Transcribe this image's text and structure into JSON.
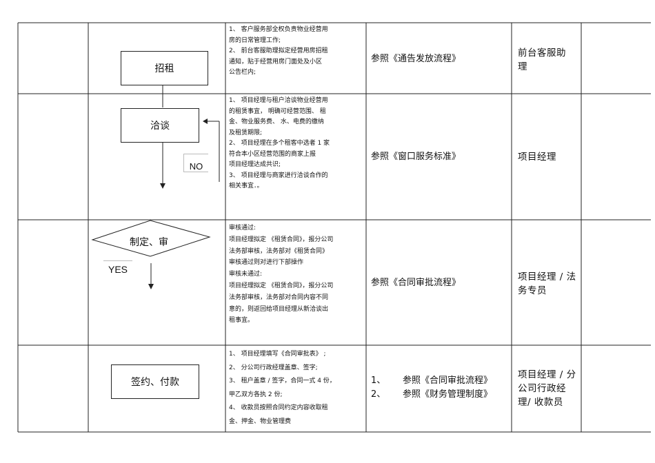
{
  "rows": [
    {
      "step": "招租",
      "desc": [
        "1、 客户服务部全权负责物业经营用",
        "      房的日常管理工作;",
        "2、 前台客服助理拟定经营用房招租",
        "      通知，贴于经营用房门面处及小区",
        "      公告栏内;"
      ],
      "refs": [
        "参照《通告发放流程》"
      ],
      "resp": [
        "前台客服助",
        "理"
      ]
    },
    {
      "step": "洽谈",
      "branch_label": "NO",
      "desc": [
        "1、 项目经理与租户洽谈物业经营用",
        "      的租赁事宜， 明确可经营范围、 租",
        "      金、物业服务费、 水、电费的缴纳",
        "      及租赁期限;",
        "2、 项目经理在多个租客中选者      1 家",
        "      符合本小区经营范围的商家上报",
        "      项目经理达成共识;",
        "3、 项目经理与商家进行洽谈合作的",
        "      相关事宜．。"
      ],
      "refs": [
        "参照《窗口服务标准》"
      ],
      "resp": [
        "项目经理"
      ]
    },
    {
      "step": "制定、审",
      "branch_label": "YES",
      "desc": [
        "审核通过:",
        "项目经理拟定 《租赁合同》，报分公司",
        "法务部审核，法务部对《租赁合同》",
        "审核通过则对进行下部操作",
        "审核未通过:",
        "项目经理拟定 《租赁合同》，报分公司",
        "法务部审核，法务部对合同内容不同",
        "意的，则返回给项目经理从新洽谈出",
        "租事宜。"
      ],
      "refs": [
        "参照《合同审批流程》"
      ],
      "resp": [
        "项目经理 / 法",
        "务专员"
      ]
    },
    {
      "step": "签约、付款",
      "desc": [
        "1、 项目经理填写《合同审批表》    ;",
        "2、 分公司行政经理盖章、签字;",
        "3、 租户盖章 / 签字，合同一式   4 份，",
        "      甲乙双方各执   2 份;",
        "4、 收款员按照合同约定内容收取租",
        "      金、押金、物业管理费"
      ],
      "refs_numbered": [
        {
          "num": "1、",
          "text": "参照《合同审批流程》"
        },
        {
          "num": "2、",
          "text": "参照《财务管理制度》"
        }
      ],
      "resp": [
        "项目经理 / 分",
        "公司行政经",
        "理/ 收款员"
      ]
    }
  ]
}
